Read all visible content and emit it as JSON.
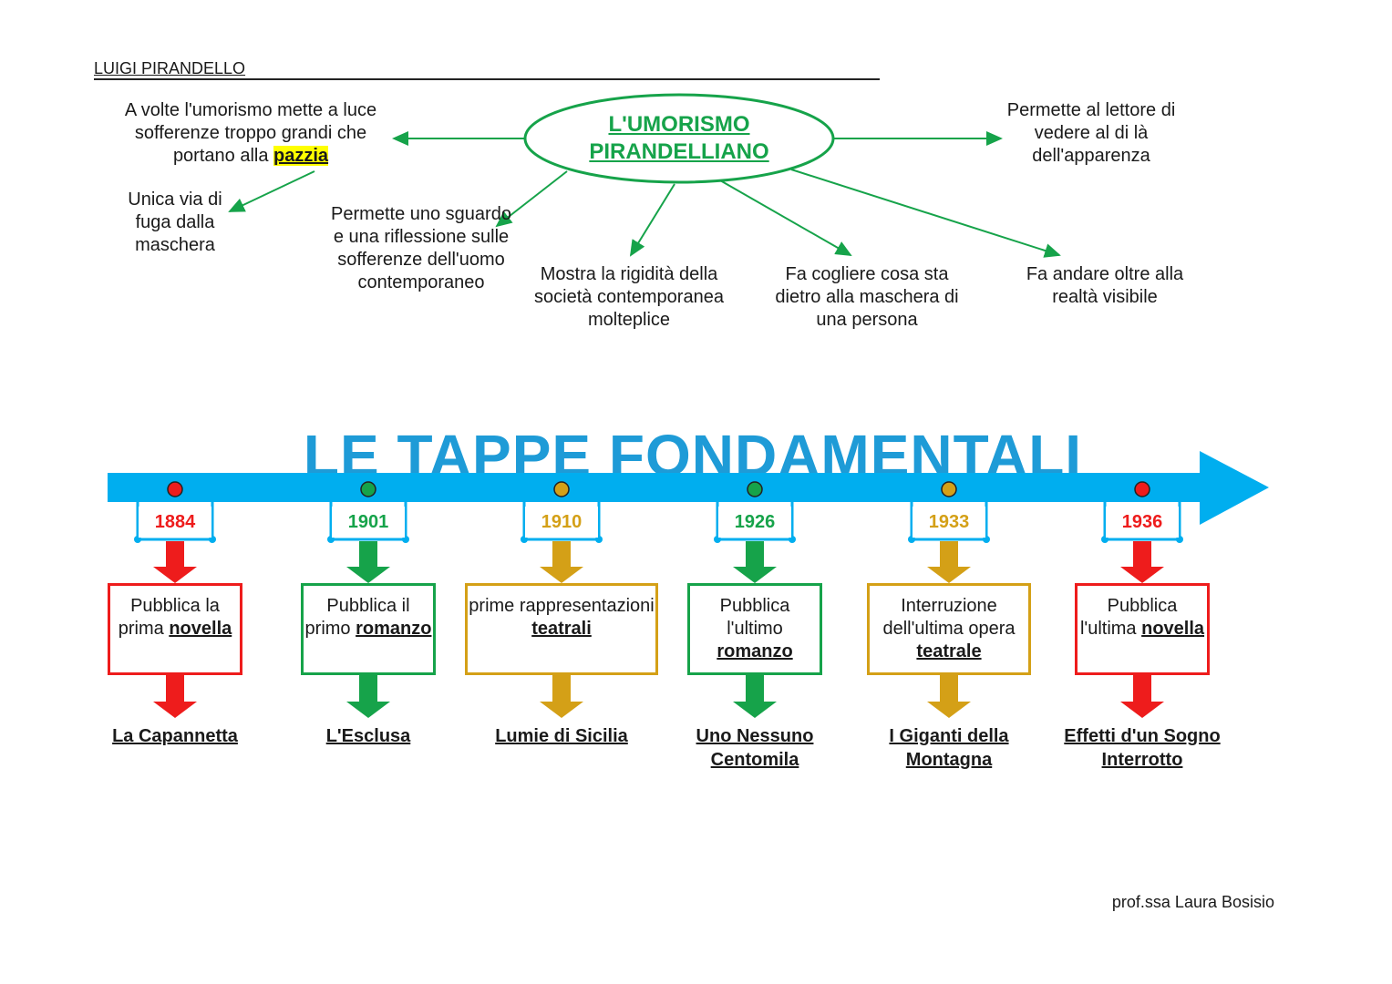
{
  "header": "LUIGI PIRANDELLO",
  "center": {
    "line1": "L'UMORISMO",
    "line2": "PIRANDELLIANO"
  },
  "notes": {
    "pazzia_pre": "A volte l'umorismo mette a luce sofferenze troppo grandi che portano alla ",
    "pazzia_hl": "pazzia",
    "fuga": "Unica via di fuga dalla maschera",
    "sguardo": "Permette uno sguardo e una riflessione sulle sofferenze dell'uomo contemporaneo",
    "rigidita": "Mostra la rigidità della società contemporanea molteplice",
    "cogliere": "Fa cogliere cosa sta dietro alla maschera di una persona",
    "oltre": "Fa andare oltre alla realtà visibile",
    "lettore": "Permette al lettore di vedere al di là dell'apparenza"
  },
  "timeline_title": "LE TAPPE FONDAMENTALI",
  "colors": {
    "red": "#ee1c1c",
    "green": "#16a34a",
    "gold": "#d4a017",
    "blue": "#1e9bd7",
    "arrow_blue": "#00aeef"
  },
  "milestones": [
    {
      "year": "1884",
      "color": "red",
      "pre": "Pubblica la prima",
      "bold": "novella",
      "work": "La Capannetta"
    },
    {
      "year": "1901",
      "color": "green",
      "pre": "Pubblica il primo",
      "bold": "romanzo",
      "work": "L'Esclusa"
    },
    {
      "year": "1910",
      "color": "gold",
      "pre": "prime rappresentazioni",
      "bold": "teatrali",
      "work": "Lumie di Sicilia"
    },
    {
      "year": "1926",
      "color": "green",
      "pre": "Pubblica l'ultimo",
      "bold": "romanzo",
      "work": "Uno Nessuno Centomila"
    },
    {
      "year": "1933",
      "color": "gold",
      "pre": "Interruzione dell'ultima opera",
      "bold": "teatrale",
      "work": "I Giganti della Montagna"
    },
    {
      "year": "1936",
      "color": "red",
      "pre": "Pubblica l'ultima",
      "bold": "novella",
      "work": "Effetti d'un Sogno Interrotto"
    }
  ],
  "footer": "prof.ssa Laura Bosisio"
}
